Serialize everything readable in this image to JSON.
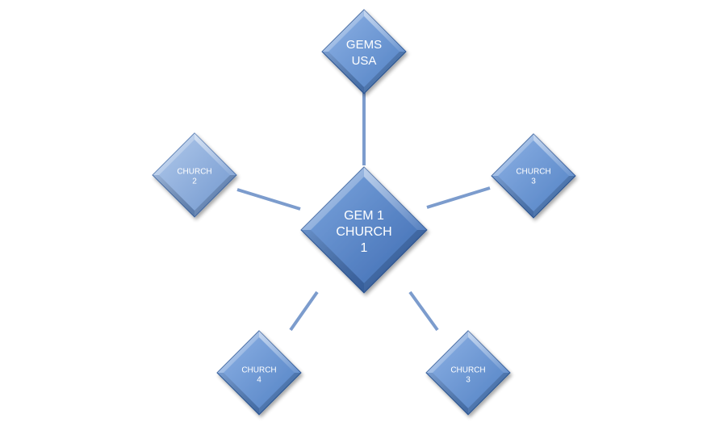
{
  "diagram": {
    "center": {
      "lines": [
        "GEM 1",
        "CHURCH",
        "1"
      ]
    },
    "top": {
      "lines": [
        "GEMS",
        "USA"
      ]
    },
    "left": {
      "lines": [
        "CHURCH",
        "2"
      ]
    },
    "right": {
      "lines": [
        "CHURCH",
        "3"
      ]
    },
    "bottom_left": {
      "lines": [
        "CHURCH",
        "4"
      ]
    },
    "bottom_right": {
      "lines": [
        "CHURCH",
        "3"
      ]
    }
  },
  "colors": {
    "connector": "#7c9ccd",
    "center_fill_light": "#6f9ad6",
    "center_fill_dark": "#3e6db4",
    "satellite_fill_light": "#8fb0e0",
    "satellite_fill_dark": "#5a86c6",
    "left_fill_light": "#a9c1e6",
    "left_fill_dark": "#7096cf",
    "edge_dark": "#2f5a9a",
    "label": "#ffffff"
  }
}
